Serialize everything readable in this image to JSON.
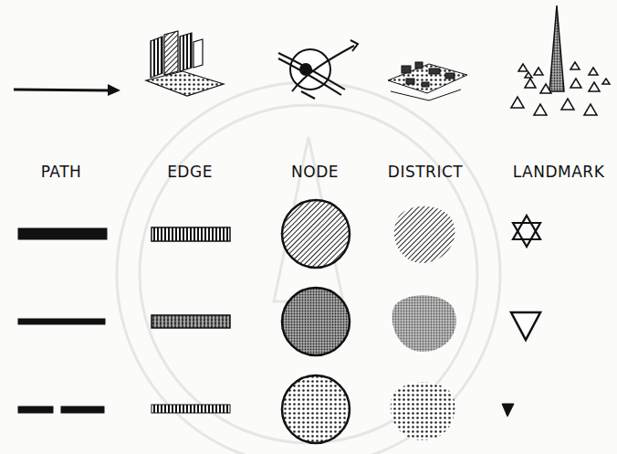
{
  "diagram": {
    "labels": [
      "PATH",
      "EDGE",
      "NODE",
      "DISTRICT",
      "LANDMARK"
    ]
  }
}
